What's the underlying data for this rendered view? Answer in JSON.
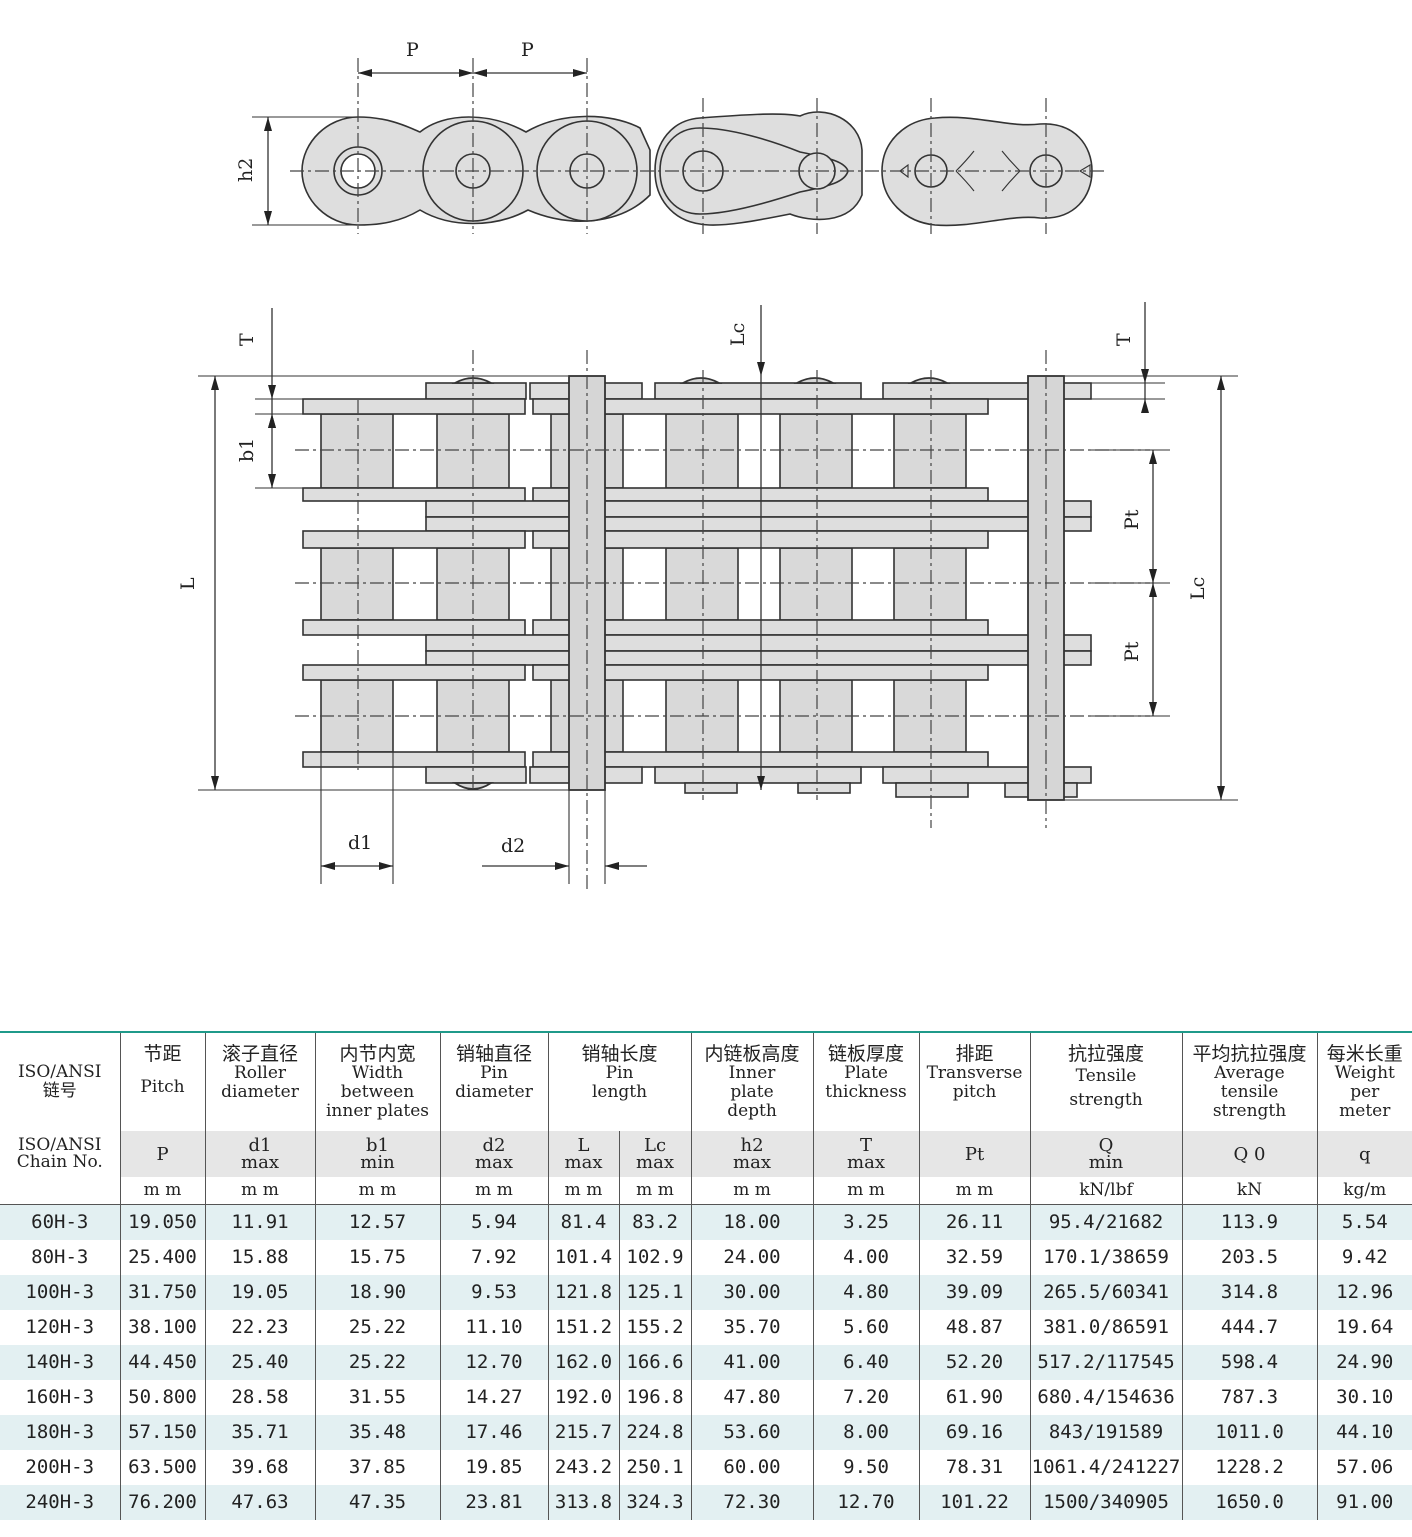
{
  "drawing_labels": {
    "pitch_left": "P",
    "pitch_right": "P",
    "h2": "h2",
    "t_left": "T",
    "t_right": "T",
    "b1": "b1",
    "L": "L",
    "lc_top": "Lc",
    "lc_right": "Lc",
    "pt_upper": "Pt",
    "pt_lower": "Pt",
    "d1": "d1",
    "d2": "d2"
  },
  "table": {
    "header_cn": [
      "ISO/ANSI",
      "链号",
      "节距",
      "滚子直径",
      "内节内宽",
      "销轴直径",
      "销轴长度",
      "内链板高度",
      "链板厚度",
      "排距",
      "抗拉强度",
      "平均抗拉强度",
      "每米长重"
    ],
    "header_en": {
      "model": [
        "ISO/ANSI",
        "Chain No."
      ],
      "pitch": [
        "Pitch"
      ],
      "roller": [
        "Roller",
        "diameter"
      ],
      "width": [
        "Width",
        "between",
        "inner plates"
      ],
      "pin": [
        "Pin",
        "diameter"
      ],
      "pinlen": [
        "Pin",
        "length"
      ],
      "inner": [
        "Inner",
        "plate",
        "depth"
      ],
      "plate": [
        "Plate",
        "thickness"
      ],
      "transverse": [
        "Transverse",
        "pitch"
      ],
      "tensile": [
        "Tensile",
        "strength"
      ],
      "avg": [
        "Average",
        "tensile",
        "strength"
      ],
      "weight": [
        "Weight",
        "per",
        "meter"
      ]
    },
    "symbols": {
      "P": "P",
      "d1": "d1",
      "d1s": "max",
      "b1": "b1",
      "b1s": "min",
      "d2": "d2",
      "d2s": "max",
      "L": "L",
      "Ls": "max",
      "Lc": "Lc",
      "Lcs": "max",
      "h2": "h2",
      "h2s": "max",
      "T": "T",
      "Ts": "max",
      "Pt": "Pt",
      "Q": "Q",
      "Qs": "min",
      "Q0": "Q 0",
      "q": "q"
    },
    "units": [
      "m m",
      "m m",
      "m m",
      "m m",
      "m m",
      "m m",
      "m m",
      "m m",
      "m m",
      "kN/lbf",
      "kN",
      "kg/m"
    ],
    "rows": [
      [
        "60H-3",
        "19.050",
        "11.91",
        "12.57",
        "5.94",
        "81.4",
        "83.2",
        "18.00",
        "3.25",
        "26.11",
        "95.4/21682",
        "113.9",
        "5.54"
      ],
      [
        "80H-3",
        "25.400",
        "15.88",
        "15.75",
        "7.92",
        "101.4",
        "102.9",
        "24.00",
        "4.00",
        "32.59",
        "170.1/38659",
        "203.5",
        "9.42"
      ],
      [
        "100H-3",
        "31.750",
        "19.05",
        "18.90",
        "9.53",
        "121.8",
        "125.1",
        "30.00",
        "4.80",
        "39.09",
        "265.5/60341",
        "314.8",
        "12.96"
      ],
      [
        "120H-3",
        "38.100",
        "22.23",
        "25.22",
        "11.10",
        "151.2",
        "155.2",
        "35.70",
        "5.60",
        "48.87",
        "381.0/86591",
        "444.7",
        "19.64"
      ],
      [
        "140H-3",
        "44.450",
        "25.40",
        "25.22",
        "12.70",
        "162.0",
        "166.6",
        "41.00",
        "6.40",
        "52.20",
        "517.2/117545",
        "598.4",
        "24.90"
      ],
      [
        "160H-3",
        "50.800",
        "28.58",
        "31.55",
        "14.27",
        "192.0",
        "196.8",
        "47.80",
        "7.20",
        "61.90",
        "680.4/154636",
        "787.3",
        "30.10"
      ],
      [
        "180H-3",
        "57.150",
        "35.71",
        "35.48",
        "17.46",
        "215.7",
        "224.8",
        "53.60",
        "8.00",
        "69.16",
        "843/191589",
        "1011.0",
        "44.10"
      ],
      [
        "200H-3",
        "63.500",
        "39.68",
        "37.85",
        "19.85",
        "243.2",
        "250.1",
        "60.00",
        "9.50",
        "78.31",
        "1061.4/241227",
        "1228.2",
        "57.06"
      ],
      [
        "240H-3",
        "76.200",
        "47.63",
        "47.35",
        "23.81",
        "313.8",
        "324.3",
        "72.30",
        "12.70",
        "101.22",
        "1500/340905",
        "1650.0",
        "91.00"
      ]
    ]
  }
}
